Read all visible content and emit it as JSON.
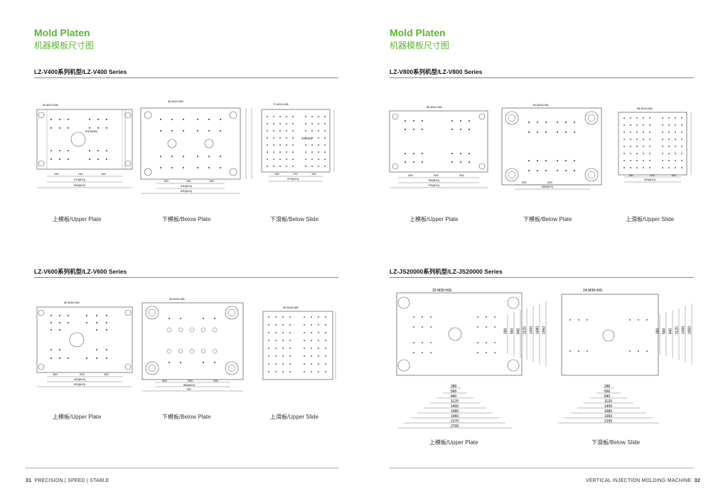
{
  "left": {
    "title_en": "Mold Platen",
    "title_zh": "机器模板尺寸图",
    "sections": [
      {
        "series": "LZ-V400系列机型/LZ-V400 Series",
        "captions": [
          "上模板/Upper Plate",
          "下模板/Below Plate",
          "下滑板/Below Slide"
        ],
        "dims": {
          "a1": "40-M12×25L",
          "a2": "150",
          "a3": "140",
          "a4": "150",
          "a5": "470(610)",
          "a6": "560(610)",
          "a7": "Φ100(36)",
          "b1": "36-M12×25L",
          "b2": "150",
          "b3": "160",
          "b4": "150",
          "b5": "430(610)",
          "b6": "630(610)",
          "c1": "72-M12×25L",
          "c2": "140",
          "c3": "170",
          "c4": "140",
          "c5": "470(610)",
          "c6": "Φ24(36)"
        }
      },
      {
        "series": "LZ-V600系列机型/LZ-V600 Series",
        "captions": [
          "上模板/Upper Plate",
          "下模板/Below Plate",
          "上滑板/Upper  Slide"
        ],
        "dims": {
          "a1": "60-M16×30L",
          "a2": "150",
          "a3": "200",
          "a4": "150",
          "a5": "460(610)",
          "a6": "620(610)",
          "b1": "36-M16×30L",
          "b2": "200",
          "b3": "760",
          "b4": "580(610)",
          "c1": "36-M16×30L"
        }
      }
    ],
    "footer": {
      "page": "31",
      "text": "PRECISION | SPEED | STABLE"
    }
  },
  "right": {
    "title_en": "Mold Platen",
    "title_zh": "机器模板尺寸图",
    "sections": [
      {
        "series": "LZ-V800系列机型/LZ-V800 Series",
        "captions": [
          "上模板/Upper Plate",
          "下模板/Below Plate",
          "上滑板/Upper  Slide"
        ],
        "dims": {
          "a1": "56-M16×30L",
          "a2": "200",
          "a3": "200",
          "a4": "200",
          "a5": "780(610)",
          "a6": "790(610)",
          "b1": "60-M16×30L",
          "b2": "200",
          "b3": "200",
          "b4": "580(610)",
          "c1": "68-M16×30L",
          "c2": "150",
          "c3": "200",
          "c4": "150",
          "c5": "545(610)"
        }
      },
      {
        "series": "LZ-JS20000系列机型/LZ-JS20000 Series",
        "captions": [
          "上模板/Upper Plate",
          "下滑板/Below Slide"
        ],
        "dims": {
          "a1": "32-M30×50L",
          "a_h": [
            "280",
            "560",
            "840",
            "1120",
            "1400",
            "1680",
            "1960",
            "2170",
            "2700"
          ],
          "a_v": [
            "280",
            "560",
            "840",
            "1120",
            "1400",
            "1680",
            "1950"
          ],
          "b1": "24-M30×50L",
          "b_h": [
            "280",
            "560",
            "840",
            "1120",
            "1400",
            "1680",
            "1960",
            "2155"
          ],
          "b_v": [
            "280",
            "560",
            "840",
            "1120",
            "1400",
            "1950"
          ]
        }
      }
    ],
    "footer": {
      "text": "VERTICAL INJECTION MOLDING MACHINE",
      "page": "32"
    }
  }
}
